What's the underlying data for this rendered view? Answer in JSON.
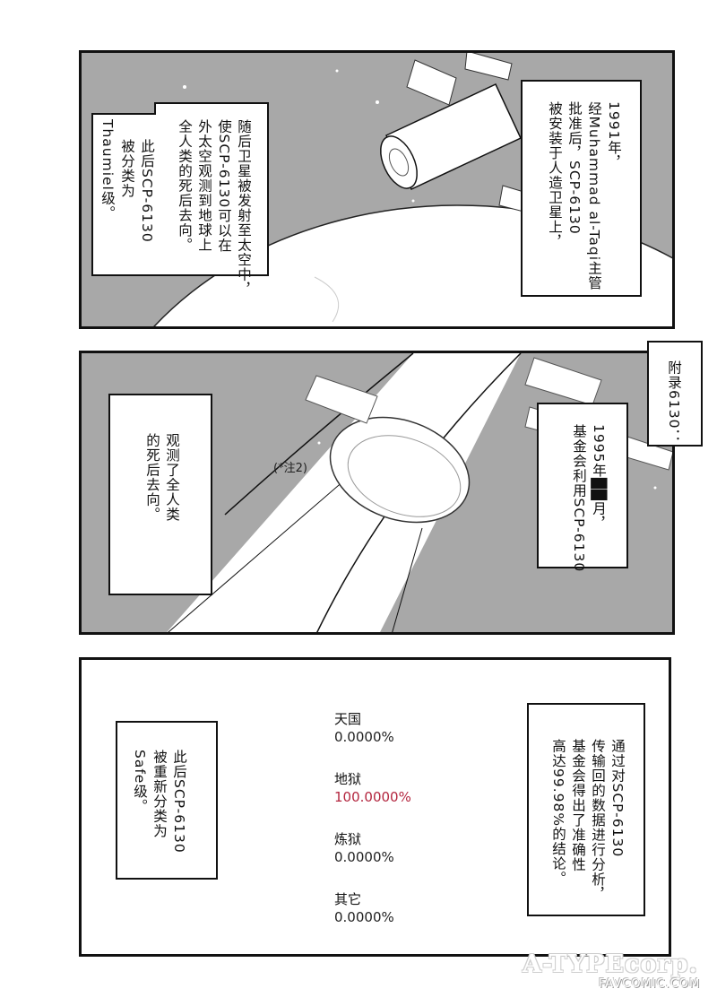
{
  "panel1": {
    "caption_right": {
      "lines": [
        "1991年，",
        "经Muhammad al-Taqi主管",
        "批准后，SCP-6130",
        "被安装于人造卫星上，"
      ]
    },
    "caption_left": {
      "lines": [
        "随后卫星被发射至太空中，",
        "使SCP-6130可以在",
        "外太空观测到地球上",
        "全人类的死后去向。",
        "",
        "此后SCP-6130",
        "被分类为",
        "Thaumiel级。"
      ]
    }
  },
  "panel2": {
    "appendix_tag": "附录6130：",
    "caption_right": {
      "lines": [
        "1995年██月，",
        "基金会利用SCP-6130"
      ]
    },
    "caption_left": {
      "lines": [
        "观测了全人类",
        "的死后去向。"
      ]
    },
    "footnote": "(*注2)"
  },
  "panel3": {
    "caption_left": {
      "lines": [
        "此后SCP-6130",
        "被重新分类为",
        "Safe级。"
      ]
    },
    "caption_right": {
      "lines": [
        "通过对SCP-6130",
        "传输回的数据进行分析，",
        "基金会得出了准确性",
        "高达99.98%的结论。"
      ]
    },
    "stats": [
      {
        "label": "天国",
        "value": "0.0000%",
        "color": "#222222"
      },
      {
        "label": "地狱",
        "value": "100.0000%",
        "color": "#b3263f"
      },
      {
        "label": "炼狱",
        "value": "0.0000%",
        "color": "#222222"
      },
      {
        "label": "其它",
        "value": "0.0000%",
        "color": "#222222"
      }
    ]
  },
  "watermark": {
    "brand": "A-TYPEcorp.",
    "site": "FAVCOMIC.COM"
  },
  "colors": {
    "space_gray": "#a8a8a8",
    "border": "#111111",
    "highlight_red": "#b3263f"
  }
}
